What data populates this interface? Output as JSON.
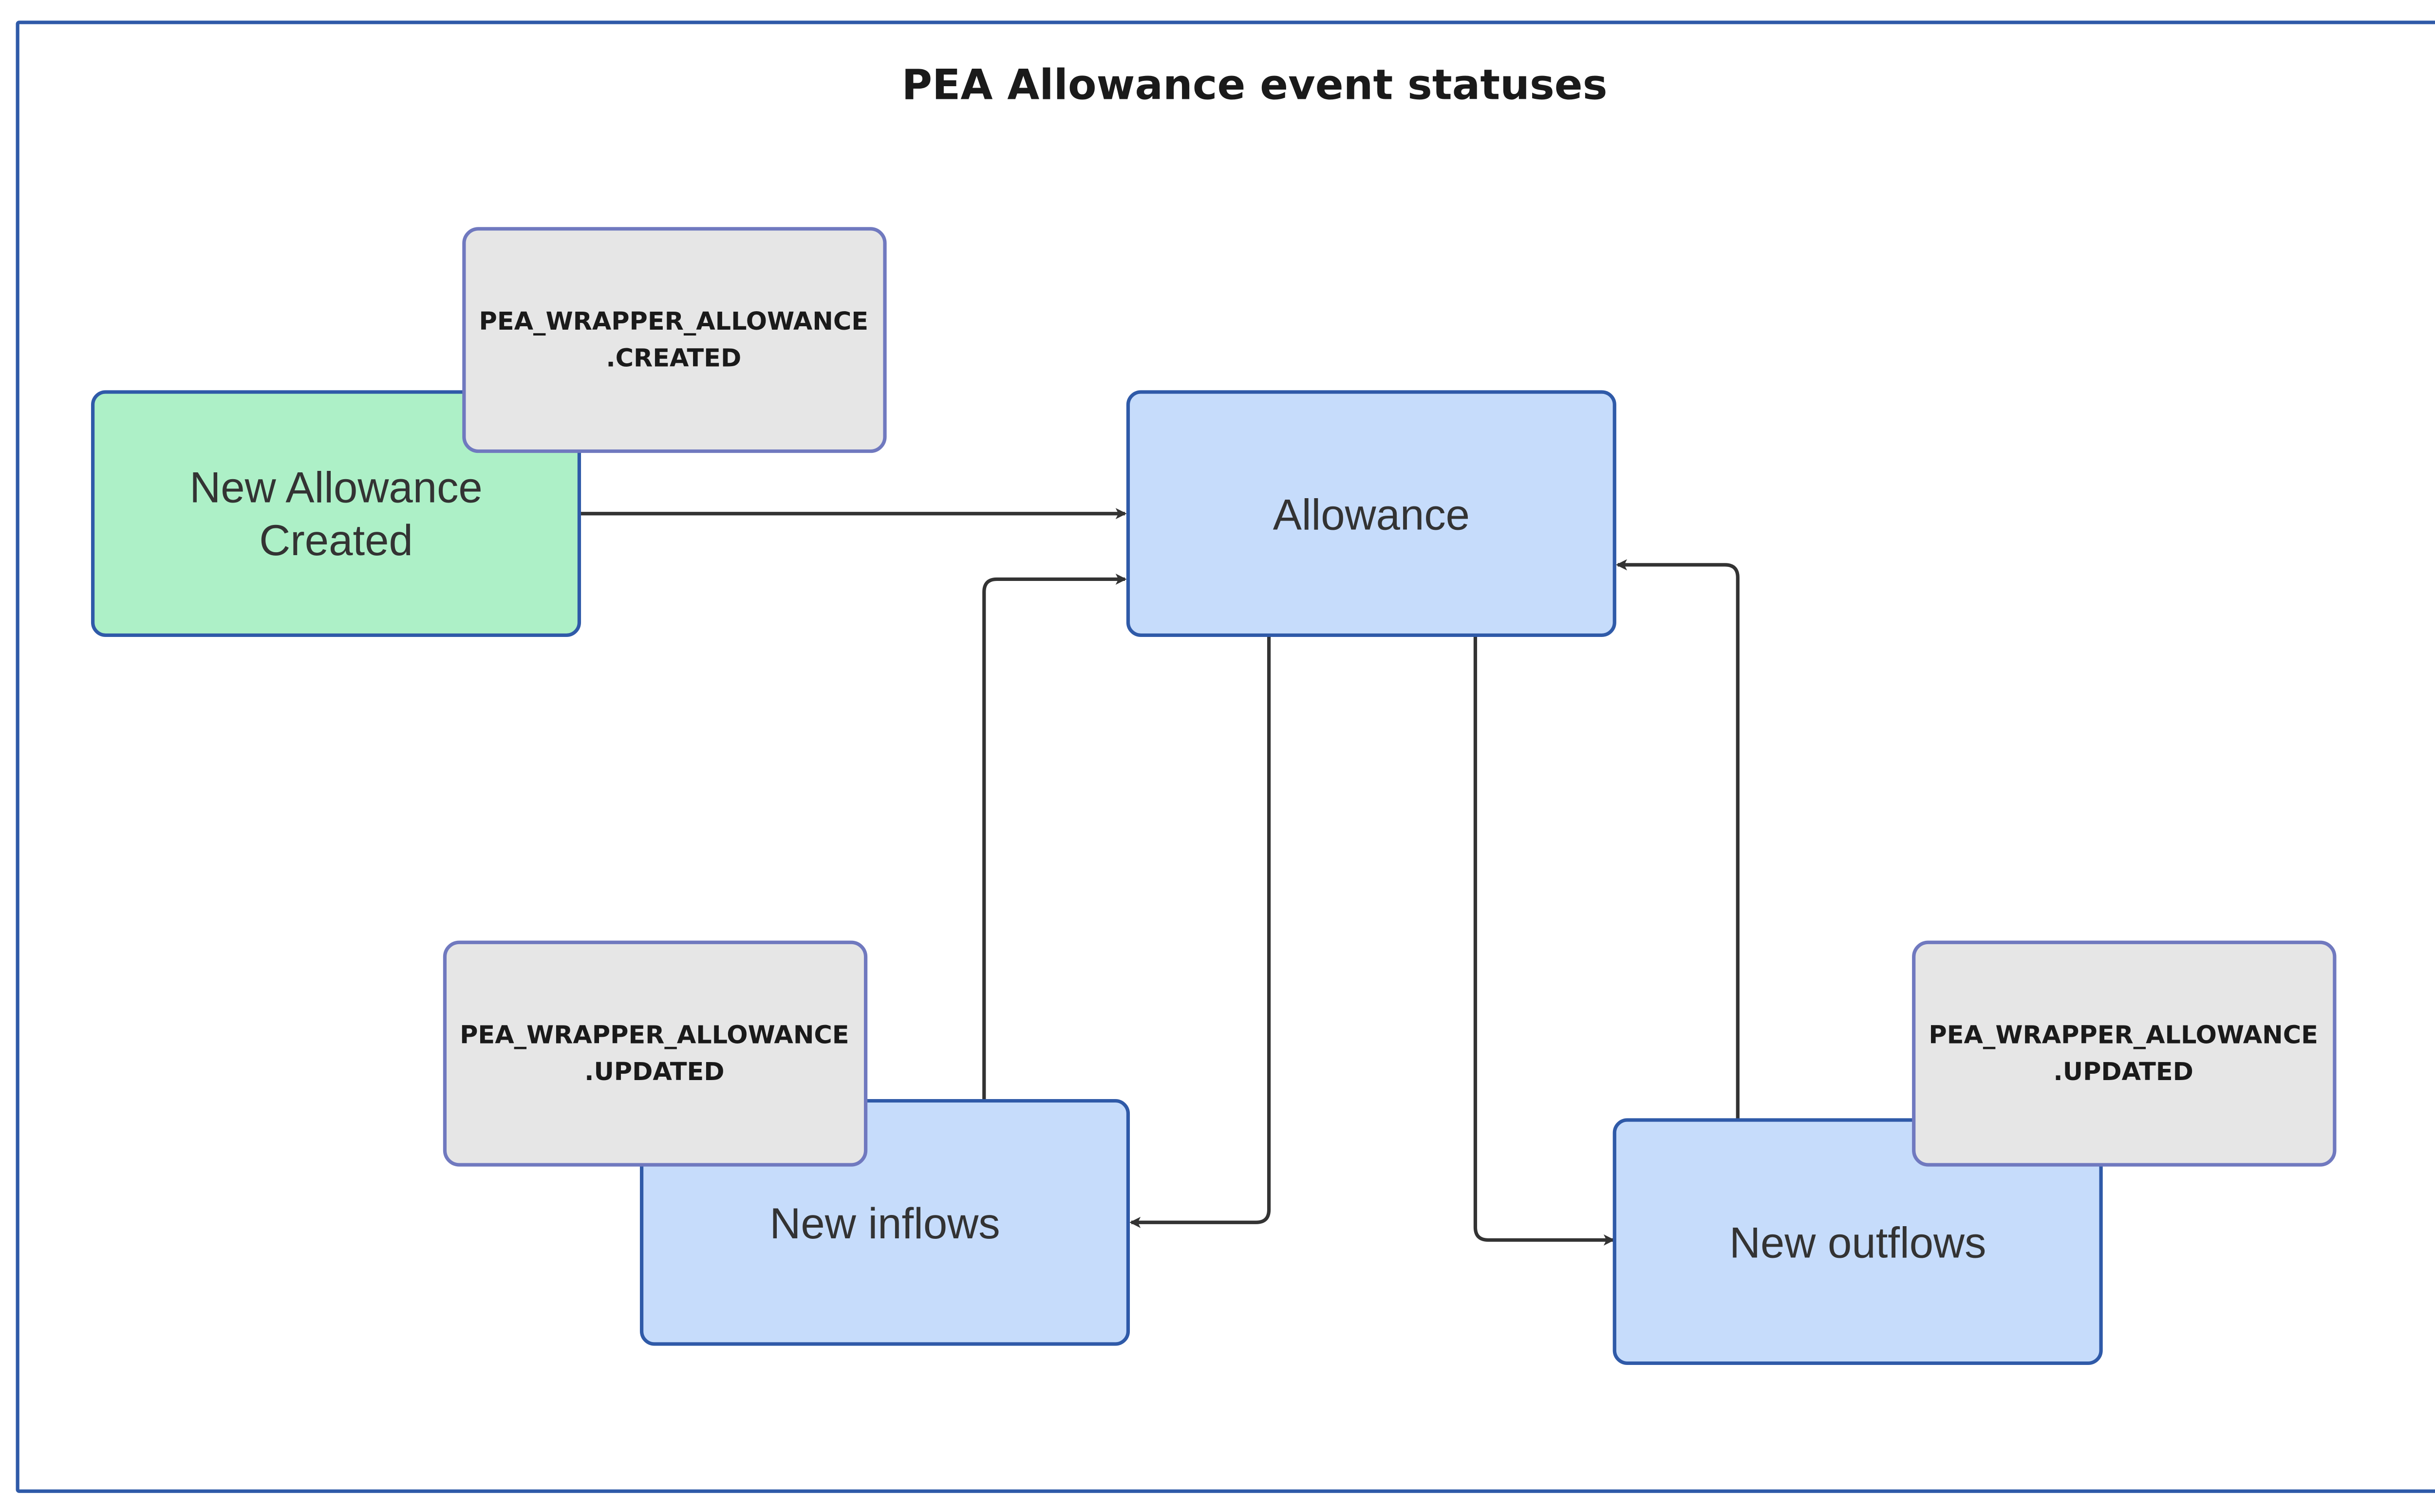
{
  "diagram": {
    "title": "PEA Allowance event statuses",
    "colors": {
      "frame": "#2f5aa8",
      "state_fill": "#c6dcfb",
      "state_border": "#2f5aa8",
      "start_fill": "#adf0c7",
      "event_fill": "#e6e6e6",
      "event_border": "#7079bf",
      "edge": "#333333"
    },
    "nodes": {
      "new_allowance_created": {
        "line1": "New Allowance",
        "line2": "Created"
      },
      "allowance": {
        "label": "Allowance"
      },
      "new_inflows": {
        "label": "New inflows"
      },
      "new_outflows": {
        "label": "New outflows"
      }
    },
    "events": {
      "created": {
        "line1": "PEA_WRAPPER_ALLOWANCE",
        "line2": ".CREATED"
      },
      "inflows_updated": {
        "line1": "PEA_WRAPPER_ALLOWANCE",
        "line2": ".UPDATED"
      },
      "outflows_updated": {
        "line1": "PEA_WRAPPER_ALLOWANCE",
        "line2": ".UPDATED"
      }
    },
    "edges": [
      {
        "from": "New Allowance Created",
        "to": "Allowance"
      },
      {
        "from": "New inflows",
        "to": "Allowance"
      },
      {
        "from": "Allowance",
        "to": "New inflows"
      },
      {
        "from": "Allowance",
        "to": "New outflows"
      },
      {
        "from": "New outflows",
        "to": "Allowance"
      }
    ]
  }
}
